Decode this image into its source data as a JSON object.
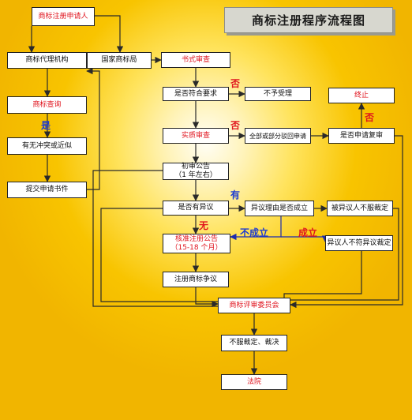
{
  "title": "商标注册程序流程图",
  "nodes": {
    "applicant": "商标注册申请人",
    "agency": "商标代理机构",
    "office": "国家商标局",
    "search": "商标查询",
    "similar": "有无冲突或近似",
    "submit": "提交申请书件",
    "formal": "书式审查",
    "compliant": "是否符合要求",
    "reject": "不予受理",
    "terminate": "终止",
    "substantive": "实质审查",
    "partial_reject": "全部或部分驳回申请",
    "review_request": "是否申请复审",
    "prelim": "初审公告\n（1 年左右）",
    "objection": "是否有异议",
    "objection_valid": "异议理由是否成立",
    "objector_unsatisfied": "被异议人不服裁定",
    "approve": "核准注册公告\n（15-18 个月）",
    "objector_disagree": "异议人不符异议裁定",
    "dispute": "注册商标争议",
    "board": "商标评审委员会",
    "appeal": "不服裁定、裁决",
    "court": "法院"
  },
  "labels": {
    "no1": "否",
    "no2": "否",
    "no3": "否",
    "yes": "是",
    "has": "有",
    "none": "无",
    "not_valid": "不成立",
    "valid": "成立"
  },
  "colors": {
    "accent_red": "#e0141e",
    "label_blue": "#1e3cd0",
    "line_blue": "#1b2bb0",
    "line_dark": "#2a2a2a"
  }
}
